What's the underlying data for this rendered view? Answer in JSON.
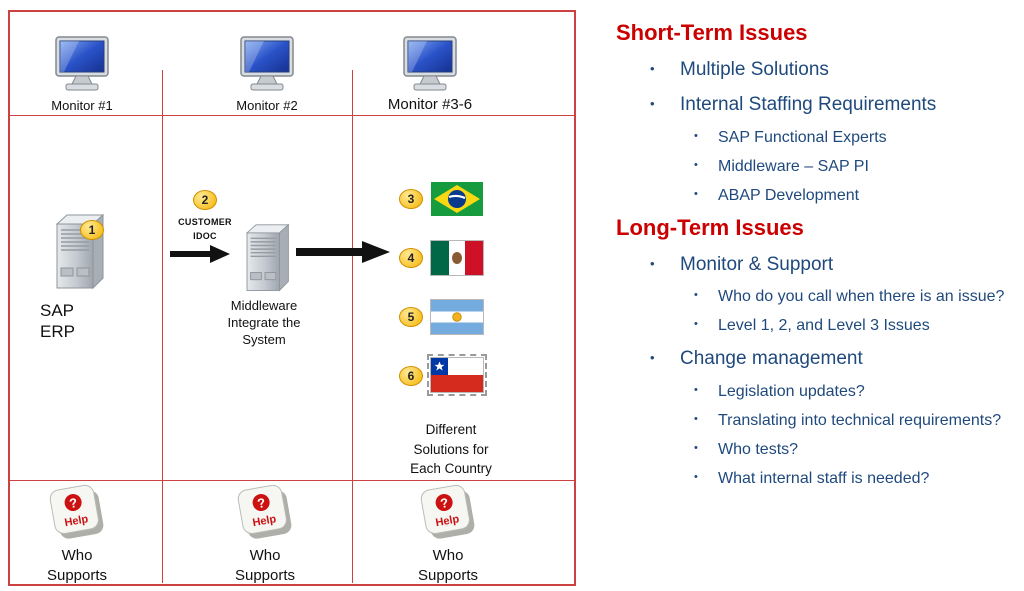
{
  "colors": {
    "frame_red": "#cd4141",
    "heading_red": "#cc0000",
    "text_blue": "#1f497d",
    "screen_blue": "#2a52c8",
    "badge_yellow": "#f5b300",
    "help_red": "#cc1111"
  },
  "diagram": {
    "monitors": [
      {
        "label": "Monitor #1"
      },
      {
        "label": "Monitor #2"
      },
      {
        "label": "Monitor #3-6"
      }
    ],
    "sap": {
      "badge": "1",
      "label": "SAP\nERP"
    },
    "middleware": {
      "badge": "2",
      "idoc_label": "CUSTOMER\nIDOC",
      "label": "Middleware\nIntegrate the\nSystem"
    },
    "countries": {
      "rows": [
        {
          "badge": "3",
          "flag": "brazil"
        },
        {
          "badge": "4",
          "flag": "mexico"
        },
        {
          "badge": "5",
          "flag": "argentina"
        },
        {
          "badge": "6",
          "flag": "chile"
        }
      ],
      "caption": "Different\nSolutions for\nEach Country"
    },
    "help_keys": [
      {
        "question_mark": "?",
        "key_word": "Help",
        "caption": "Who\nSupports"
      },
      {
        "question_mark": "?",
        "key_word": "Help",
        "caption": "Who\nSupports"
      },
      {
        "question_mark": "?",
        "key_word": "Help",
        "caption": "Who\nSupports"
      }
    ]
  },
  "issues": {
    "short_term": {
      "title": "Short-Term Issues",
      "items": [
        {
          "level": 1,
          "label": "Multiple Solutions"
        },
        {
          "level": 1,
          "label": "Internal Staffing Requirements"
        },
        {
          "level": 2,
          "label": "SAP Functional Experts"
        },
        {
          "level": 2,
          "label": "Middleware – SAP PI"
        },
        {
          "level": 2,
          "label": "ABAP Development"
        }
      ]
    },
    "long_term": {
      "title": "Long-Term Issues",
      "items": [
        {
          "level": 1,
          "label": "Monitor & Support"
        },
        {
          "level": 2,
          "label": "Who do you call when there is an issue?"
        },
        {
          "level": 2,
          "label": "Level 1, 2, and Level 3 Issues"
        },
        {
          "level": 1,
          "label": "Change management"
        },
        {
          "level": 2,
          "label": "Legislation updates?"
        },
        {
          "level": 2,
          "label": "Translating into technical requirements?"
        },
        {
          "level": 2,
          "label": "Who tests?"
        },
        {
          "level": 2,
          "label": "What internal staff is needed?"
        }
      ]
    }
  }
}
